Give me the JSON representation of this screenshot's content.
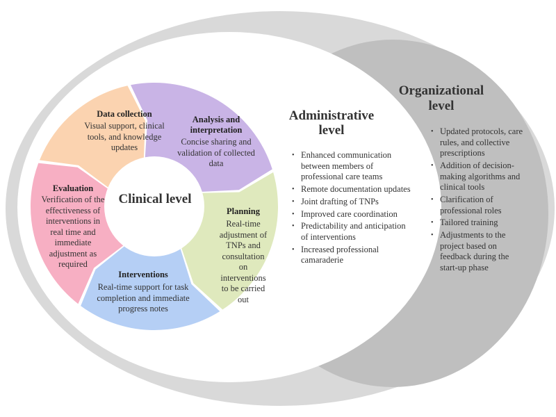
{
  "levels": {
    "clinical": "Clinical level",
    "administrative": "Administrative level",
    "organizational": "Organizational level"
  },
  "clinical_cycle": [
    {
      "id": "data_collection",
      "title": "Data collection",
      "body": "Visual support, clinical tools, and knowledge updates",
      "color": "#fbd3b0"
    },
    {
      "id": "analysis",
      "title": "Analysis and interpretation",
      "body": "Concise sharing and validation of collected data",
      "color": "#c9b4e6"
    },
    {
      "id": "planning",
      "title": "Planning",
      "body": "Real-time adjustment of TNPs and consultation on interventions to be carried out",
      "color": "#dfe9bd"
    },
    {
      "id": "interventions",
      "title": "Interventions",
      "body": "Real-time support for task completion and immediate progress notes",
      "color": "#b5cff5"
    },
    {
      "id": "evaluation",
      "title": "Evaluation",
      "body": "Verification of the effectiveness of interventions in real time and immediate adjustment as required",
      "color": "#f7afc3"
    }
  ],
  "administrative_items": [
    "Enhanced communication between members of professional care teams",
    "Remote documentation updates",
    "Joint drafting of TNPs",
    "Improved care coordination",
    "Predictability and anticipation of interventions",
    "Increased professional camaraderie"
  ],
  "organizational_items": [
    "Updated protocols, care rules, and collective prescriptions",
    "Addition of decision-making algorithms and clinical tools",
    "Clarification of professional roles",
    "Tailored training",
    "Adjustments to the project based on feedback during the start-up phase"
  ],
  "colors": {
    "outer_ring": "#d9d9d9",
    "organizational_fill": "#bfbfbf",
    "administrative_fill": "#ffffff"
  }
}
